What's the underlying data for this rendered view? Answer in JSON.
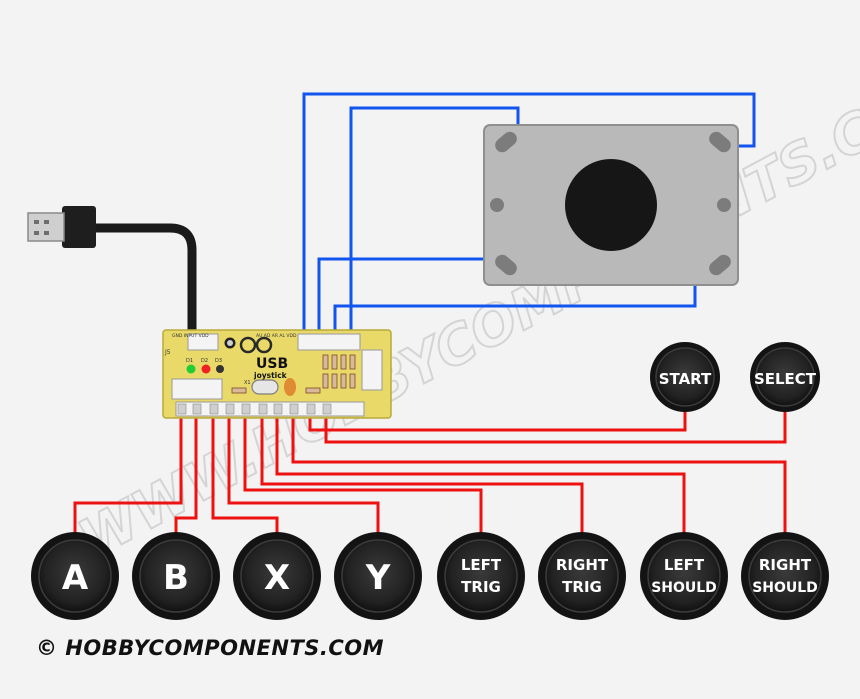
{
  "copyright": "© HOBBYCOMPONENTS.COM",
  "watermark": "WWW.HOBBYCOMPONENTS.COM",
  "board": {
    "title": "USB",
    "subtitle": "joystick",
    "header_top": "GND INPUT VDD",
    "header_top_right": "AU AD AR AL VDD",
    "label_j5": "J5",
    "label_d1": "D1",
    "label_d2": "D2",
    "label_d3": "D3",
    "label_x1": "X1"
  },
  "buttons": {
    "start": "START",
    "select": "SELECT",
    "a": "A",
    "b": "B",
    "x": "X",
    "y": "Y",
    "left_trig": [
      "LEFT",
      "TRIG"
    ],
    "right_trig": [
      "RIGHT",
      "TRIG"
    ],
    "left_should": [
      "LEFT",
      "SHOULD"
    ],
    "right_should": [
      "RIGHT",
      "SHOULD"
    ]
  },
  "colors": {
    "wire_red": "#ee1111",
    "wire_blue": "#1155ee",
    "board": "#e9d968",
    "button": "#1c1c1c"
  }
}
